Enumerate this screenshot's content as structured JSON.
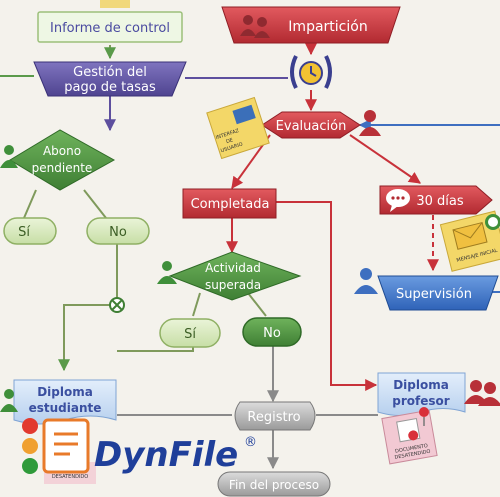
{
  "nodes": {
    "informe": "Informe de control",
    "gestion_l1": "Gestión del",
    "gestion_l2": "pago de tasas",
    "imparticion": "Impartición",
    "evaluacion": "Evaluación",
    "abono_l1": "Abono",
    "abono_l2": "pendiente",
    "si_1": "Sí",
    "no_1": "No",
    "completada": "Completada",
    "actividad_l1": "Actividad",
    "actividad_l2": "superada",
    "si_2": "Sí",
    "no_2": "No",
    "dias": "30 días",
    "supervision": "Supervisión",
    "diploma_est_l1": "Diploma",
    "diploma_est_l2": "estudiante",
    "diploma_prof_l1": "Diploma",
    "diploma_prof_l2": "profesor",
    "registro": "Registro",
    "fin": "Fin del proceso"
  },
  "notes": {
    "interfaz_l1": "INTERFAZ",
    "interfaz_l2": "DE",
    "interfaz_l3": "USUARIO",
    "mensaje": "MENSAJE INICIAL",
    "doc_l1": "DOCUMENTO",
    "doc_l2": "DESATENDIDO",
    "doc_left": "DESATENDIDO"
  },
  "brand": {
    "name": "DynFile",
    "registered": "®"
  },
  "colors": {
    "red": "#c8323a",
    "blue": "#3e6fc0",
    "green": "#5a9a4a",
    "purple": "#5d4f9e",
    "logo_blue": "#1f3f9a"
  }
}
